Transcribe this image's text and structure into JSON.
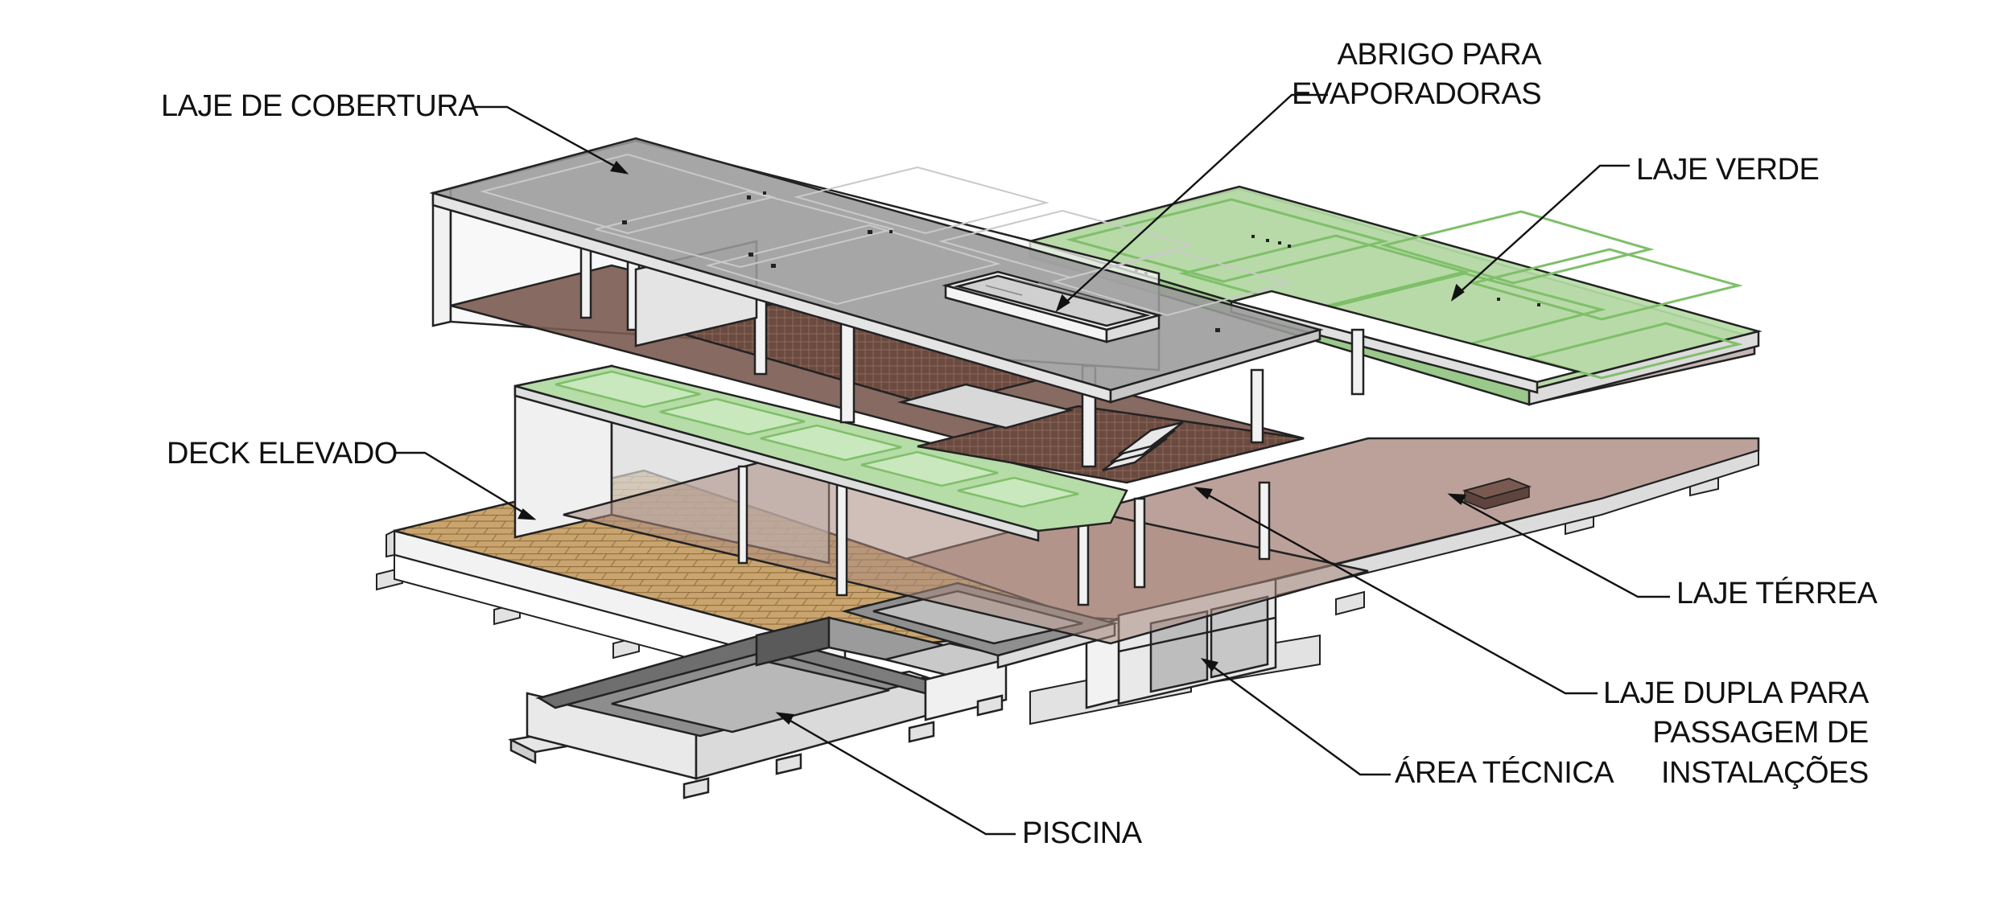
{
  "labels": {
    "laje_cobertura": "LAJE DE COBERTURA",
    "abrigo_l1": "ABRIGO PARA",
    "abrigo_l2": "EVAPORADORAS",
    "laje_verde": "LAJE VERDE",
    "deck_elevado": "DECK ELEVADO",
    "laje_terrea": "LAJE TÉRREA",
    "laje_dupla_l1": "LAJE DUPLA PARA",
    "laje_dupla_l2": "PASSAGEM DE",
    "laje_dupla_l3": "INSTALAÇÕES",
    "area_tecnica": "ÁREA TÉCNICA",
    "piscina": "PISCINA"
  },
  "colors": {
    "concrete_light": "#e6e6e6",
    "concrete_mid": "#c8c8c8",
    "roof_glass": "#9a9a9a",
    "green_roof": "#b6dca7",
    "green_edge": "#7fbf6a",
    "ground_slab": "#a88a82",
    "timber_deck": "#c9a46e",
    "floor_brown": "#6b4a40",
    "line": "#111111"
  }
}
